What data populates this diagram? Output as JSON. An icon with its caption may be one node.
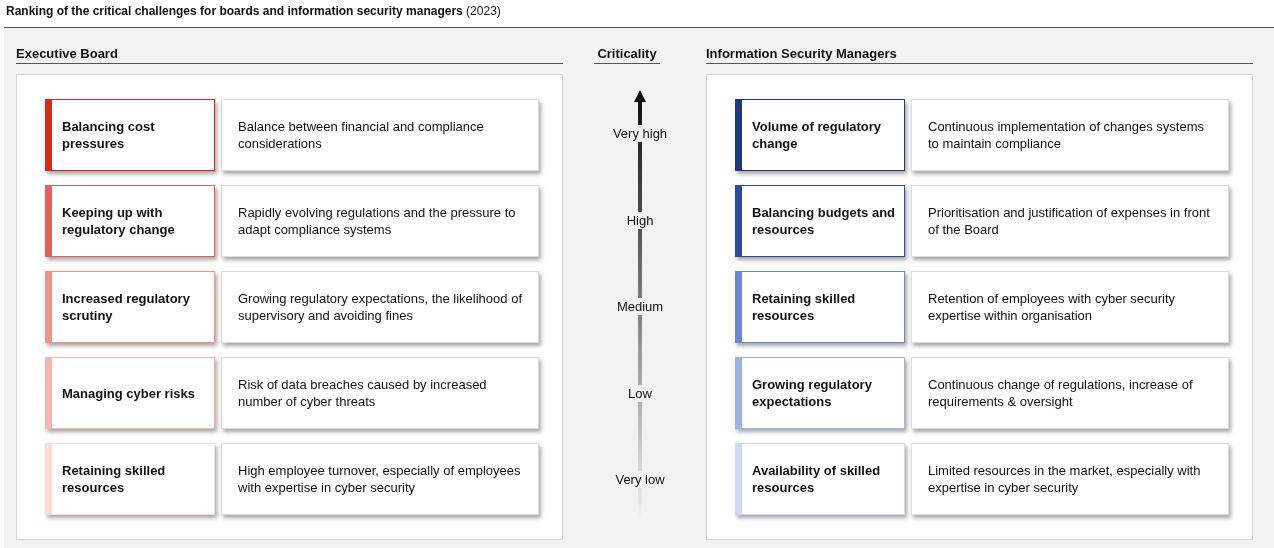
{
  "diagram": {
    "title": "**Ranking of the critical challenges for boards and information security managers** (2023)",
    "nodes": [
      {
        "text": [
          "Executive Board"
        ]
      },
      {
        "text": [
          "Balancing cost pressures"
        ],
        "in": 0
      },
      {
        "text": [
          "Balance between financial and compliance considerations"
        ],
        "in": 0
      },
      {
        "text": [
          "Keeping up with regulatory change"
        ],
        "in": 0
      },
      {
        "text": [
          "Rapidly evolving regulations and the pressure to adapt compliance systems"
        ],
        "in": 0
      },
      {
        "text": [
          "Increased regulatory scrutiny"
        ],
        "in": 0
      },
      {
        "text": [
          "Growing regulatory expectations, the likelihood of supervisory and avoiding fines"
        ],
        "in": 0
      },
      {
        "text": [
          "Managing cyber risks"
        ],
        "in": 0
      },
      {
        "text": [
          "Risk of data breaches caused by increased number of cyber threats"
        ],
        "in": 0
      },
      {
        "text": [
          "Retaining skilled resources"
        ],
        "in": 0
      },
      {
        "text": [
          "High employee turnover, especially of employees with expertise in cyber security"
        ],
        "in": 0
      },
      {
        "text": [
          "Information Security Managers"
        ]
      },
      {
        "text": [
          "Volume of regulatory change"
        ],
        "in": 11
      },
      {
        "text": [
          "Continuous implementation of changes systems to maintain compliance"
        ],
        "in": 11
      },
      {
        "text": [
          "Balancing budgets and resources"
        ],
        "in": 11
      },
      {
        "text": [
          "Prioritisation and justification of expenses in front of the Board"
        ],
        "in": 11
      },
      {
        "text": [
          "Retaining skilled resources"
        ],
        "in": 11
      },
      {
        "text": [
          "Retention of employees with cyber security expertise within organisation"
        ],
        "in": 11
      },
      {
        "text": [
          "Growing regulatory expectations"
        ],
        "in": 11
      },
      {
        "text": [
          "Continuous change of regulations, increase of requirements & oversight"
        ],
        "in": 11
      },
      {
        "text": [
          "Availability of skilled resources"
        ],
        "in": 11
      },
      {
        "text": [
          "Limited resources in the market, especially with expertise in cyber security"
        ],
        "in": 11
      }
    ],
    "labels": [
      "Criticality",
      "Very high",
      "High",
      "Medium",
      "Low",
      "Very low"
    ]
  }
}
